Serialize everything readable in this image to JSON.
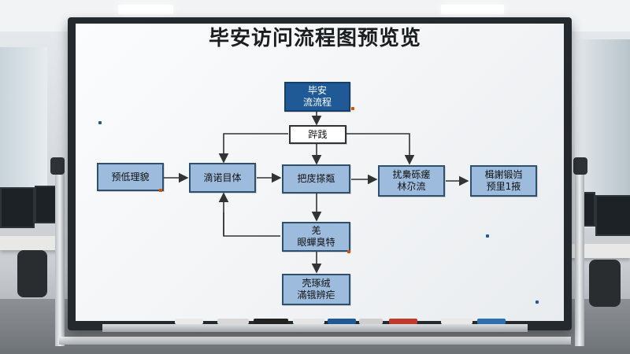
{
  "title": "毕安访问流程图预览览",
  "nodes": {
    "start": "毕安\n流流程",
    "gate": "跸践",
    "left1": "预低理貌",
    "left2": "滴诺目体",
    "center": "把庋搽甐",
    "right1": "扰梟砾瘥\n林尕流",
    "right2": "楫謝锻岿\n预里1掖",
    "mid": "羌\n眼蟬臭特",
    "bottom": "壳琢绒\n滿锇辨疟"
  },
  "colors": {
    "node_fill": "#9dbbdc",
    "start_fill": "#1f5a96",
    "arrow": "#333333"
  }
}
